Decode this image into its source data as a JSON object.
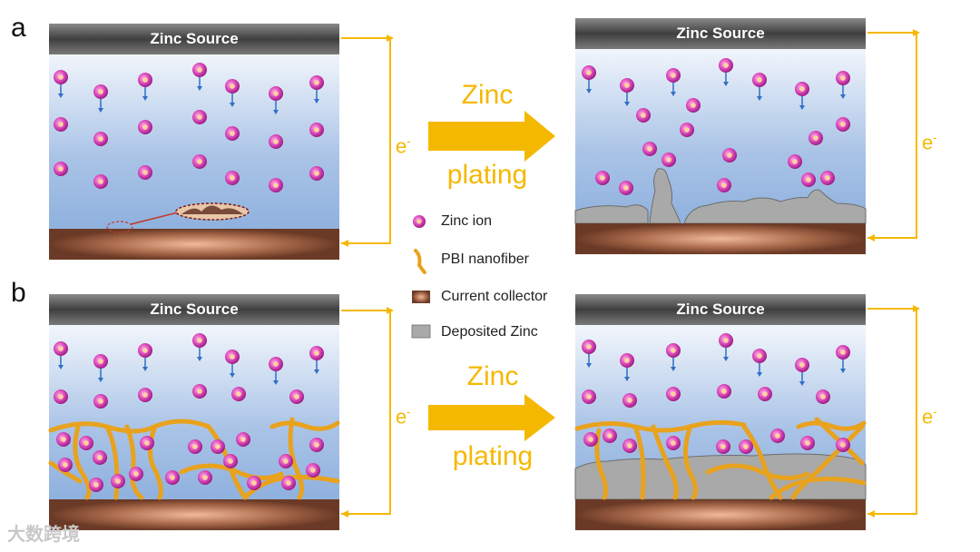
{
  "panels": {
    "a": "a",
    "b": "b"
  },
  "source_label": "Zinc Source",
  "arrow_text": {
    "line1": "Zinc",
    "line2": "plating"
  },
  "electron": {
    "base": "e",
    "sup": "-"
  },
  "legend": {
    "zinc_ion": "Zinc ion",
    "nanofiber": "PBI nanofiber",
    "collector": "Current collector",
    "deposit": "Deposited Zinc"
  },
  "watermark": "大数跨境",
  "colors": {
    "accent": "#f5b800",
    "ion": "#d946b8",
    "ion_core": "#f7a4c4",
    "fiber": "#e8a21d",
    "deposit": "#a9a9a9",
    "collector": "#a9694b",
    "source": "#5a5a5a",
    "arrow": "#2f6fc6"
  }
}
